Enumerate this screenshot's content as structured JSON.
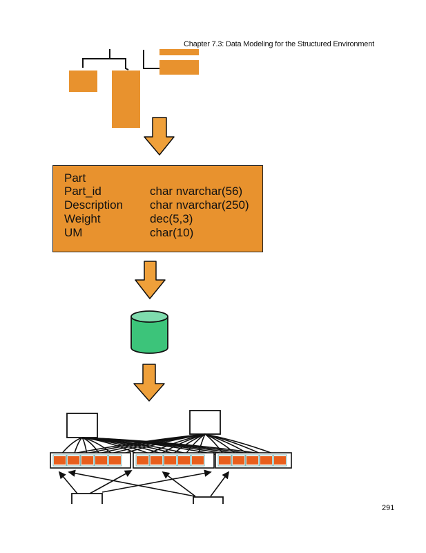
{
  "page": {
    "header": "Chapter 7.3: Data Modeling for the Structured Environment",
    "page_number": "291"
  },
  "colors": {
    "orange": "#e8922e",
    "arrow_orange": "#efa03a",
    "cylinder_green": "#3cc47a",
    "cylinder_top": "#7fdcae",
    "cell_orange": "#e85e1c",
    "outline": "#111111"
  },
  "entity": {
    "title": "Part",
    "attributes": [
      {
        "name": "Part_id",
        "type": "char nvarchar(56)"
      },
      {
        "name": "Description",
        "type": "char nvarchar(250)"
      },
      {
        "name": "Weight",
        "type": "dec(5,3)"
      },
      {
        "name": "UM",
        "type": "char(10)"
      }
    ]
  },
  "diagram": {
    "stages": [
      "hierarchy-fragment",
      "entity-definition",
      "database",
      "physical-layout"
    ],
    "physical_groups": [
      {
        "cells": 5
      },
      {
        "cells": 5
      },
      {
        "cells": 5
      }
    ]
  }
}
